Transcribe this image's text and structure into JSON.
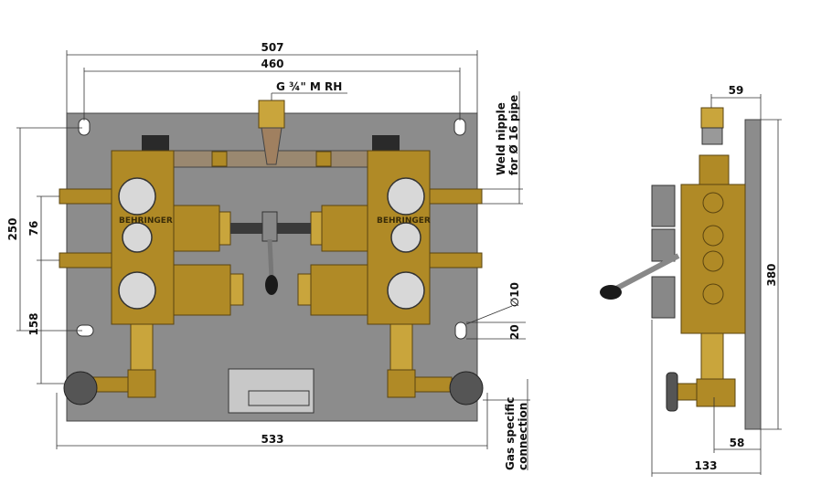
{
  "front_view": {
    "brand_label": "BEHRINGER",
    "dimensions": {
      "overall_width": "507",
      "hole_spacing": "460",
      "thread": "G ¾\" M RH",
      "height_250": "250",
      "height_76": "76",
      "height_158": "158",
      "hole_diameter": "∅10",
      "hole_offset": "20",
      "base_width": "533"
    },
    "notes": {
      "weld_line1": "Weld nipple",
      "weld_line2": "for Ø 16 pipe",
      "gas_line1": "Gas specific",
      "gas_line2": "connection"
    }
  },
  "side_view": {
    "dimensions": {
      "depth_top": "59",
      "height": "380",
      "depth_bottom": "58",
      "overall_depth": "133"
    }
  },
  "colors": {
    "plate": "#8c8c8c",
    "brass": "#b08a26"
  }
}
